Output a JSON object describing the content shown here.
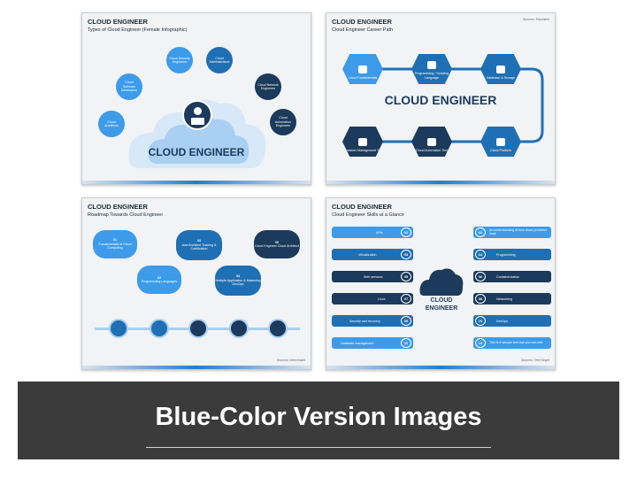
{
  "slide1": {
    "title": "CLOUD ENGINEER",
    "subtitle": "Types of Cloud Engineer (Female Infographic)",
    "center_label": "CLOUD ENGINEER",
    "bubbles": [
      "Cloud Security Engineers",
      "Cloud Administrators",
      "Cloud Software Developers",
      "Cloud Network Engineers",
      "Cloud Architects",
      "Cloud Automation Engineers"
    ]
  },
  "slide2": {
    "title": "CLOUD ENGINEER",
    "subtitle": "Cloud Engineer Career Path",
    "source": "Sources: Educative",
    "center_label": "CLOUD ENGINEER",
    "steps": [
      "Linux Fundamentals",
      "Programming / Scripting Language",
      "Database & Storage",
      "Container Management Tool",
      "Cloud Automation Tool",
      "Cloud Platform"
    ]
  },
  "slide3": {
    "title": "CLOUD ENGINEER",
    "subtitle": "Roadmap Towards Cloud Engineer",
    "source": "Sources: interviewbit",
    "clouds": [
      {
        "num": "01",
        "label": "Fundamentals of Cloud Computing"
      },
      {
        "num": "02",
        "label": "Programming Languages"
      },
      {
        "num": "03",
        "label": "Aws Architect Training & Certification"
      },
      {
        "num": "04",
        "label": "Multiple Application & Mastering DevOps"
      },
      {
        "num": "05",
        "label": "Cloud Engineer Cloud Architect"
      }
    ]
  },
  "slide4": {
    "title": "CLOUD ENGINEER",
    "subtitle": "Cloud Engineer Skills at a Glance",
    "source": "Sources: TechTarget",
    "center_label_1": "CLOUD",
    "center_label_2": "ENGINEER",
    "left_skills": [
      {
        "num": "01",
        "label": "APIs"
      },
      {
        "num": "03",
        "label": "Virtualization"
      },
      {
        "num": "05",
        "label": "Web services"
      },
      {
        "num": "07",
        "label": "Linux"
      },
      {
        "num": "09",
        "label": "Security and recovery"
      },
      {
        "num": "11",
        "label": "Database management"
      }
    ],
    "right_skills": [
      {
        "num": "02",
        "label": "An understanding of how cloud providers work"
      },
      {
        "num": "04",
        "label": "Programming"
      },
      {
        "num": "06",
        "label": "Containerization"
      },
      {
        "num": "08",
        "label": "Networking"
      },
      {
        "num": "10",
        "label": "DevOps"
      },
      {
        "num": "12",
        "label": "This is a sample text that you can edit."
      }
    ]
  },
  "banner": {
    "title": "Blue-Color Version Images"
  },
  "colors": {
    "dark": "#1b3a5c",
    "mid": "#1f6fb4",
    "light": "#3d9be9",
    "banner": "#3b3b3b"
  }
}
